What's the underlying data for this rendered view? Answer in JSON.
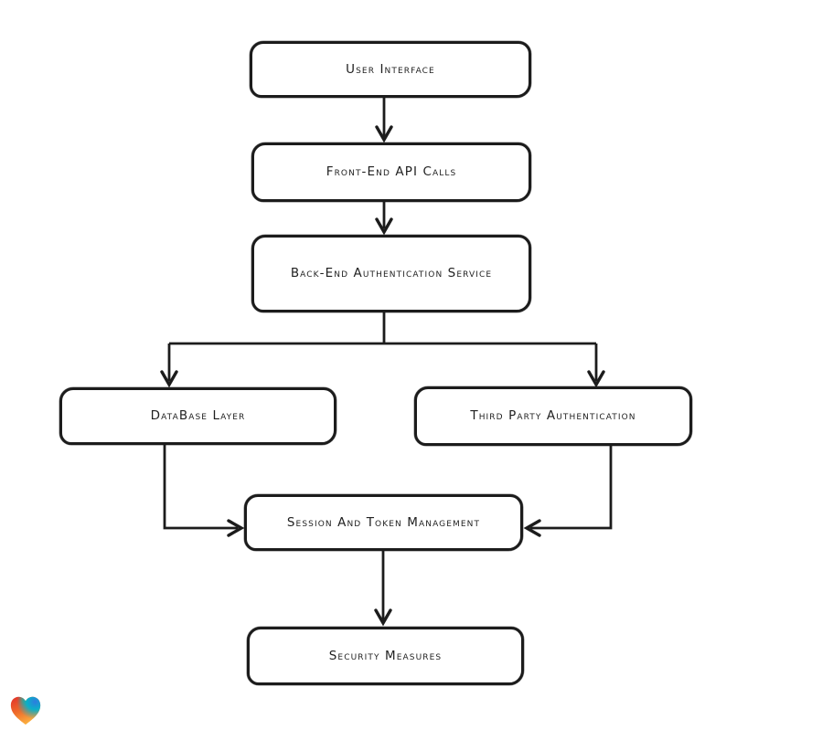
{
  "diagram": {
    "background": "#ffffff",
    "stroke_color": "#1c1c1c",
    "node_fill": "#ffffff",
    "nodes": [
      {
        "id": "user-interface",
        "label": "User Interface"
      },
      {
        "id": "front-end-api-calls",
        "label": "Front-End API Calls"
      },
      {
        "id": "back-end-authentication-service",
        "label": "Back-End Authentication Service"
      },
      {
        "id": "database-layer",
        "label": "DataBase Layer"
      },
      {
        "id": "third-party-authentication",
        "label": "Third Party Authentication"
      },
      {
        "id": "session-and-token-management",
        "label": "Session And Token Management"
      },
      {
        "id": "security-measures",
        "label": "Security Measures"
      }
    ],
    "edges": [
      {
        "from": "user-interface",
        "to": "front-end-api-calls"
      },
      {
        "from": "front-end-api-calls",
        "to": "back-end-authentication-service"
      },
      {
        "from": "back-end-authentication-service",
        "to": "database-layer"
      },
      {
        "from": "back-end-authentication-service",
        "to": "third-party-authentication"
      },
      {
        "from": "database-layer",
        "to": "session-and-token-management"
      },
      {
        "from": "third-party-authentication",
        "to": "session-and-token-management"
      },
      {
        "from": "session-and-token-management",
        "to": "security-measures"
      }
    ]
  },
  "branding": {
    "logo": "heart-logo",
    "logo_colors": [
      "#e2312a",
      "#4cb04a",
      "#00b3cf",
      "#2e7ce0",
      "#f7941e",
      "#fbb040"
    ]
  }
}
